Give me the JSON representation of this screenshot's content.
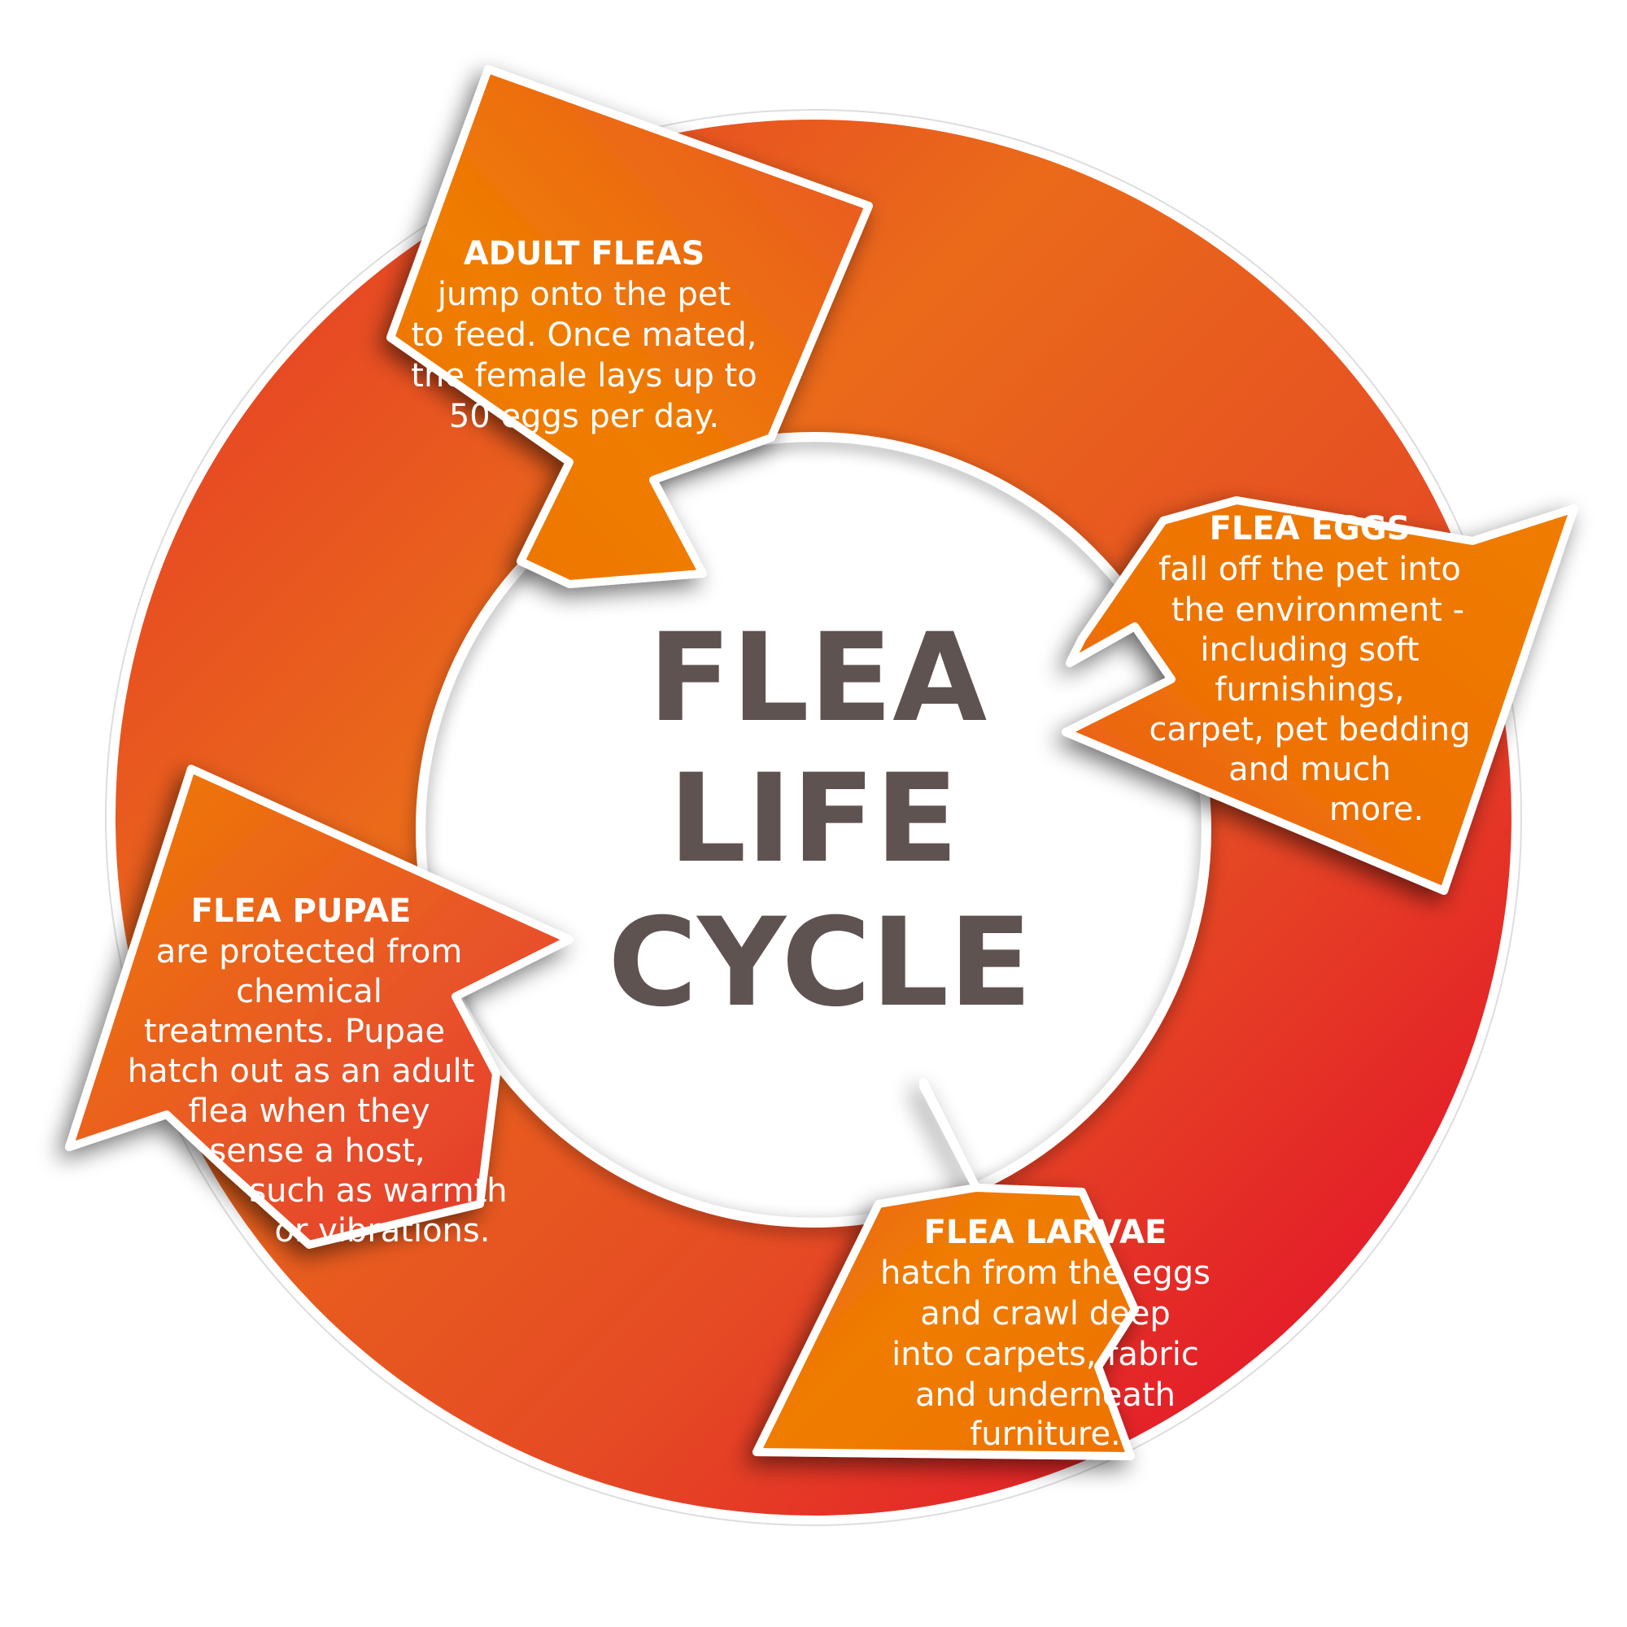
{
  "title_lines": [
    "FLEA",
    "LIFE",
    "CYCLE"
  ],
  "stages": {
    "adult": {
      "heading": "ADULT FLEAS",
      "lines": [
        "jump onto the pet",
        "to feed. Once mated,",
        "the female lays up to",
        "50 eggs per day."
      ]
    },
    "eggs": {
      "heading": "FLEA EGGS",
      "lines": [
        "fall off the pet into",
        "the environment -",
        "including soft",
        "furnishings,",
        "carpet, pet bedding",
        "and much",
        "more."
      ]
    },
    "larvae": {
      "heading": "FLEA LARVAE",
      "lines": [
        "hatch from the eggs",
        "and crawl deep",
        "into carpets, fabric",
        "and underneath",
        "furniture."
      ]
    },
    "pupae": {
      "heading": "FLEA PUPAE",
      "lines": [
        "are protected from",
        "chemical",
        "treatments. Pupae",
        "hatch out as an adult",
        "flea when they",
        "sense a host,",
        "such as warmth",
        "or vibrations."
      ]
    }
  },
  "colors": {
    "ring_red": "#e4002b",
    "ring_orange": "#ee7203",
    "arrow_orange": "#ef7d00",
    "arrow_red_orange": "#e8542a",
    "title_gray": "#5e5351"
  }
}
